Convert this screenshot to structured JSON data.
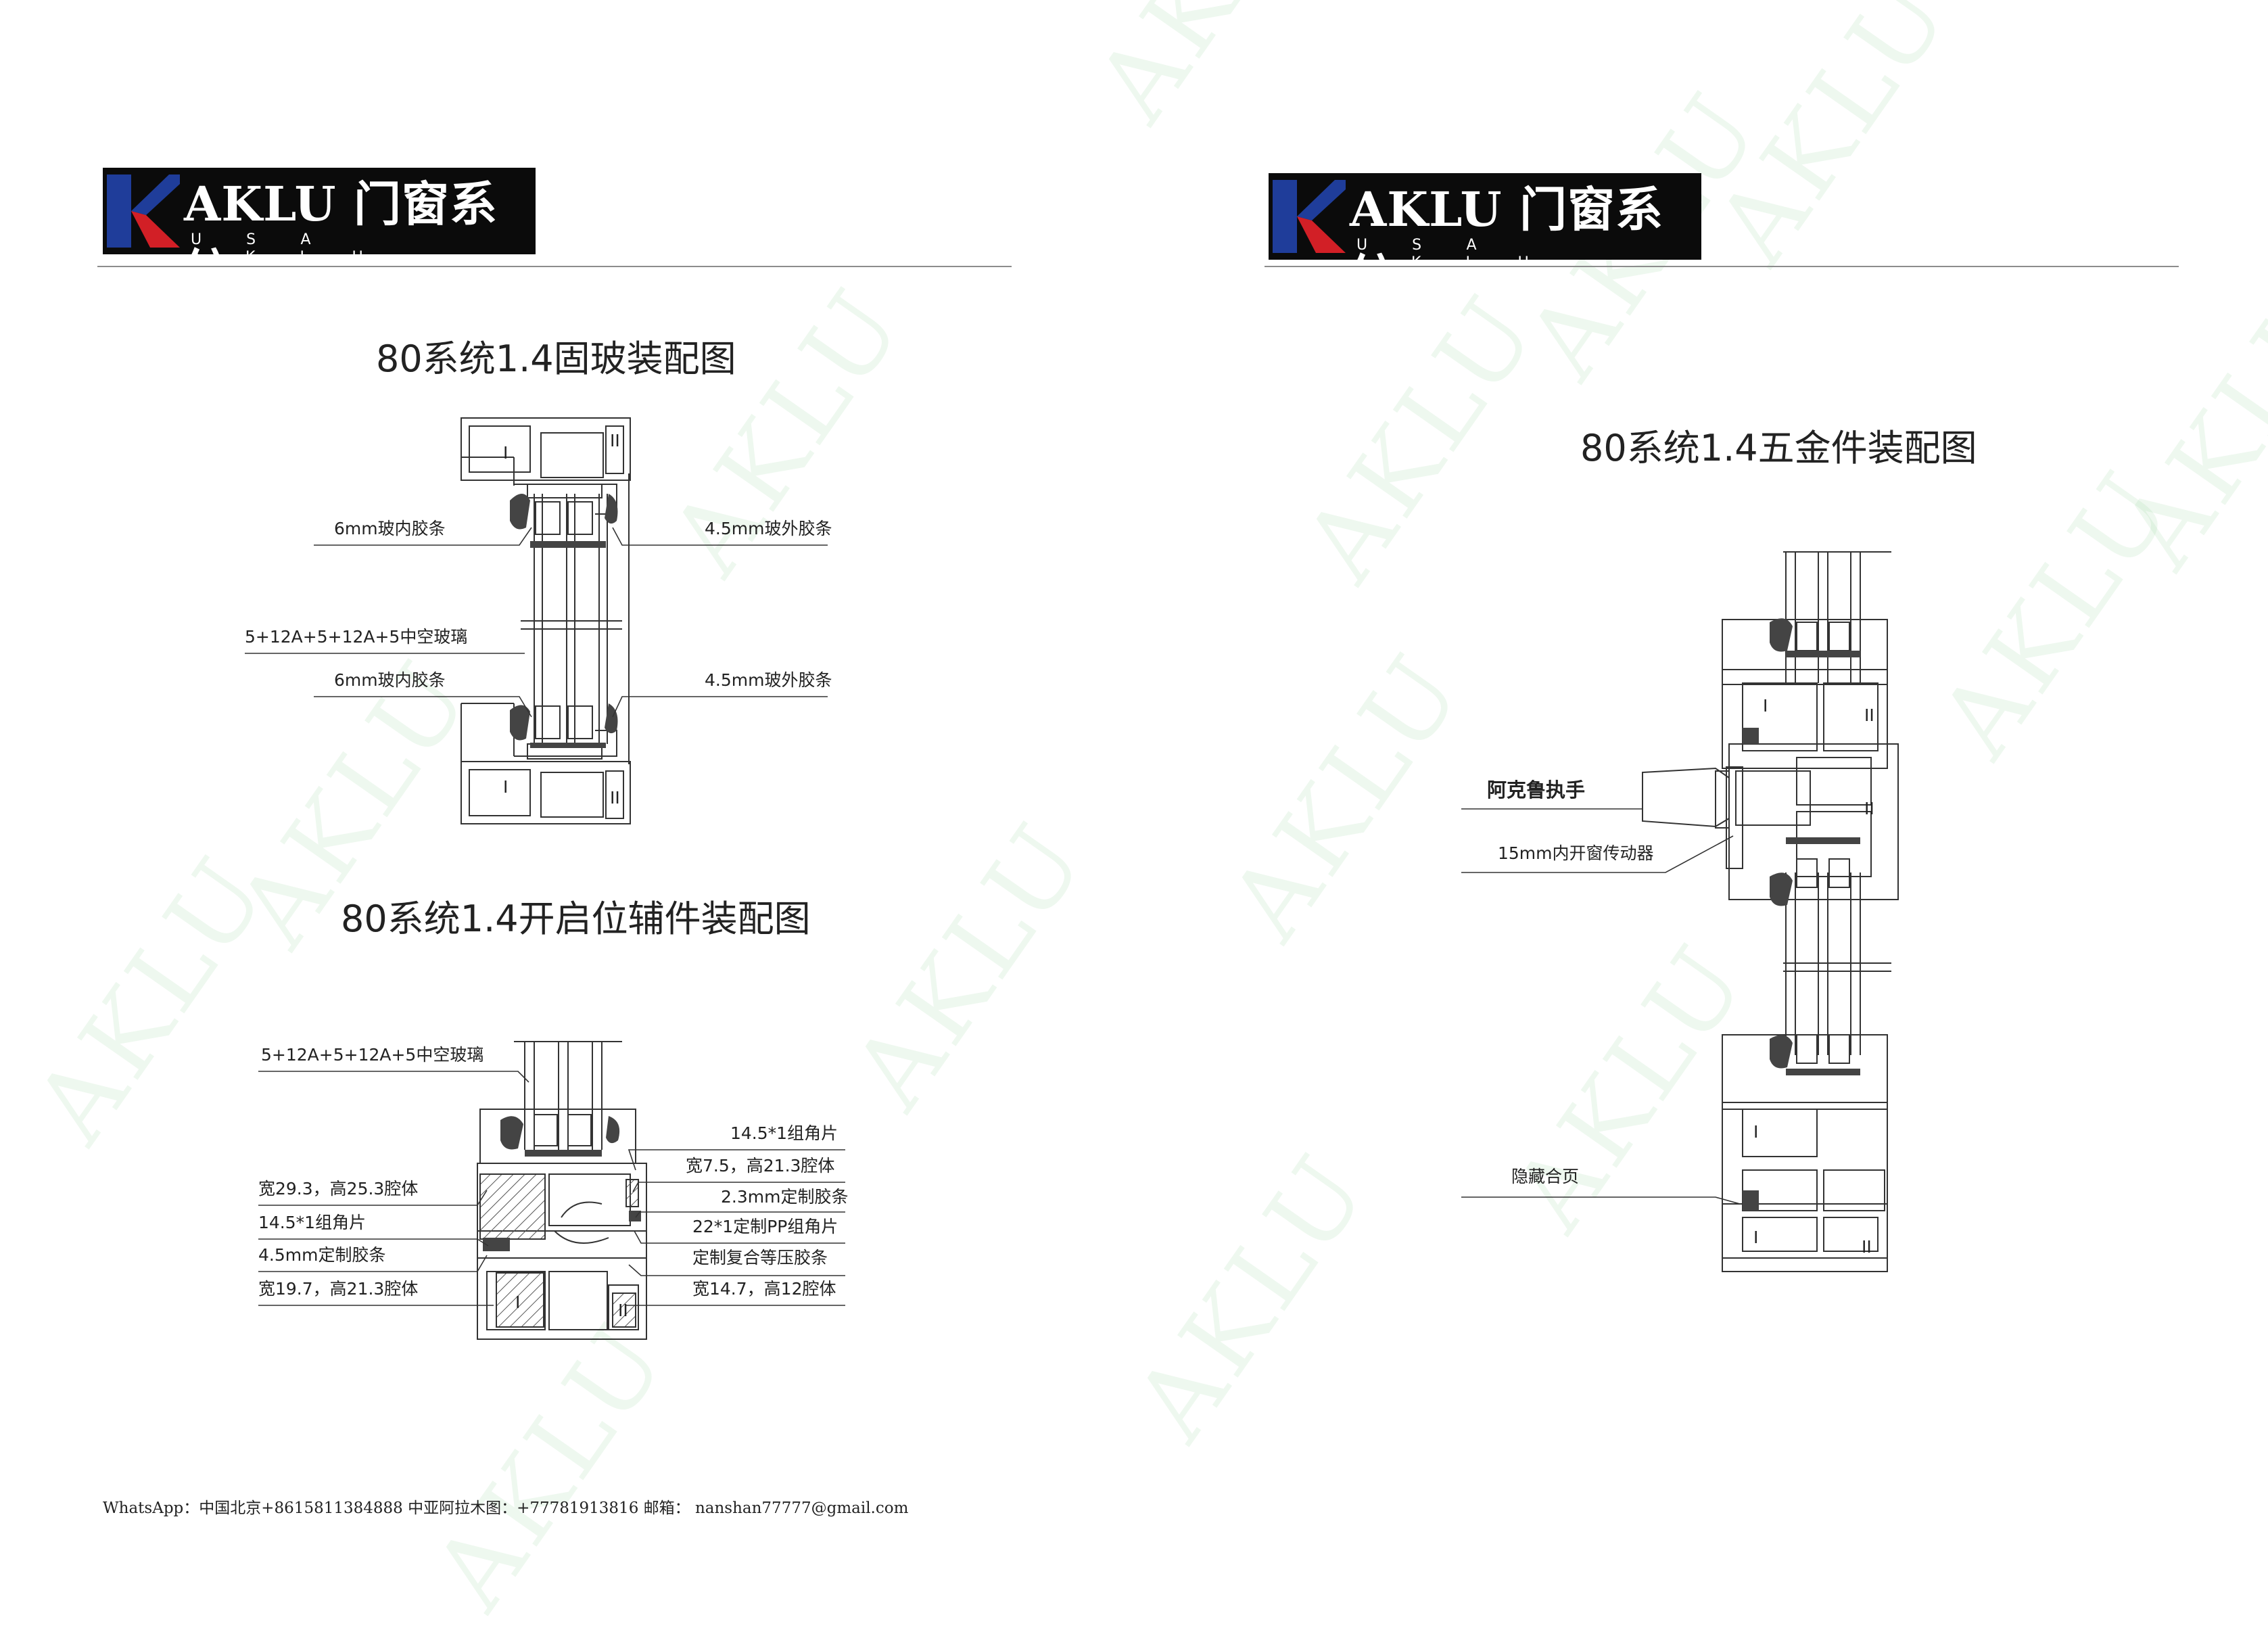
{
  "brand": {
    "name": "AKLU 门窗系统",
    "tagline": "USA AKLU",
    "accent_blue": "#1f3d9a",
    "accent_red": "#d21f26"
  },
  "watermark": "AKLU",
  "left_page": {
    "title_fixed_glass": "80系统1.4固玻装配图",
    "labels_fixed": {
      "inner_gasket_top": "6mm玻内胶条",
      "outer_gasket_top": "4.5mm玻外胶条",
      "glass": "5+12A+5+12A+5中空玻璃",
      "inner_gasket_bottom": "6mm玻内胶条",
      "outer_gasket_bottom": "4.5mm玻外胶条"
    },
    "title_opening": "80系统1.4开启位辅件装配图",
    "labels_opening": {
      "glass": "5+12A+5+12A+5中空玻璃",
      "cavity_left_1": "宽29.3，高25.3腔体",
      "corner_left": "14.5*1组角片",
      "gasket_left": "4.5mm定制胶条",
      "cavity_left_2": "宽19.7，高21.3腔体",
      "corner_right": "14.5*1组角片",
      "cavity_right_1": "宽7.5，高21.3腔体",
      "gasket_right": "2.3mm定制胶条",
      "pp_corner": "22*1定制PP组角片",
      "composite_gasket": "定制复合等压胶条",
      "cavity_right_2": "宽14.7，高12腔体"
    },
    "chamber_marks": [
      "I",
      "II"
    ]
  },
  "right_page": {
    "title": "80系统1.4五金件装配图",
    "labels": {
      "handle": "阿克鲁执手",
      "transmission": "15mm内开窗传动器",
      "hinge": "隐藏合页"
    }
  },
  "footer": "WhatsApp：中国北京+8615811384888   中亚阿拉木图：+77781913816  邮箱：  nanshan77777@gmail.com"
}
